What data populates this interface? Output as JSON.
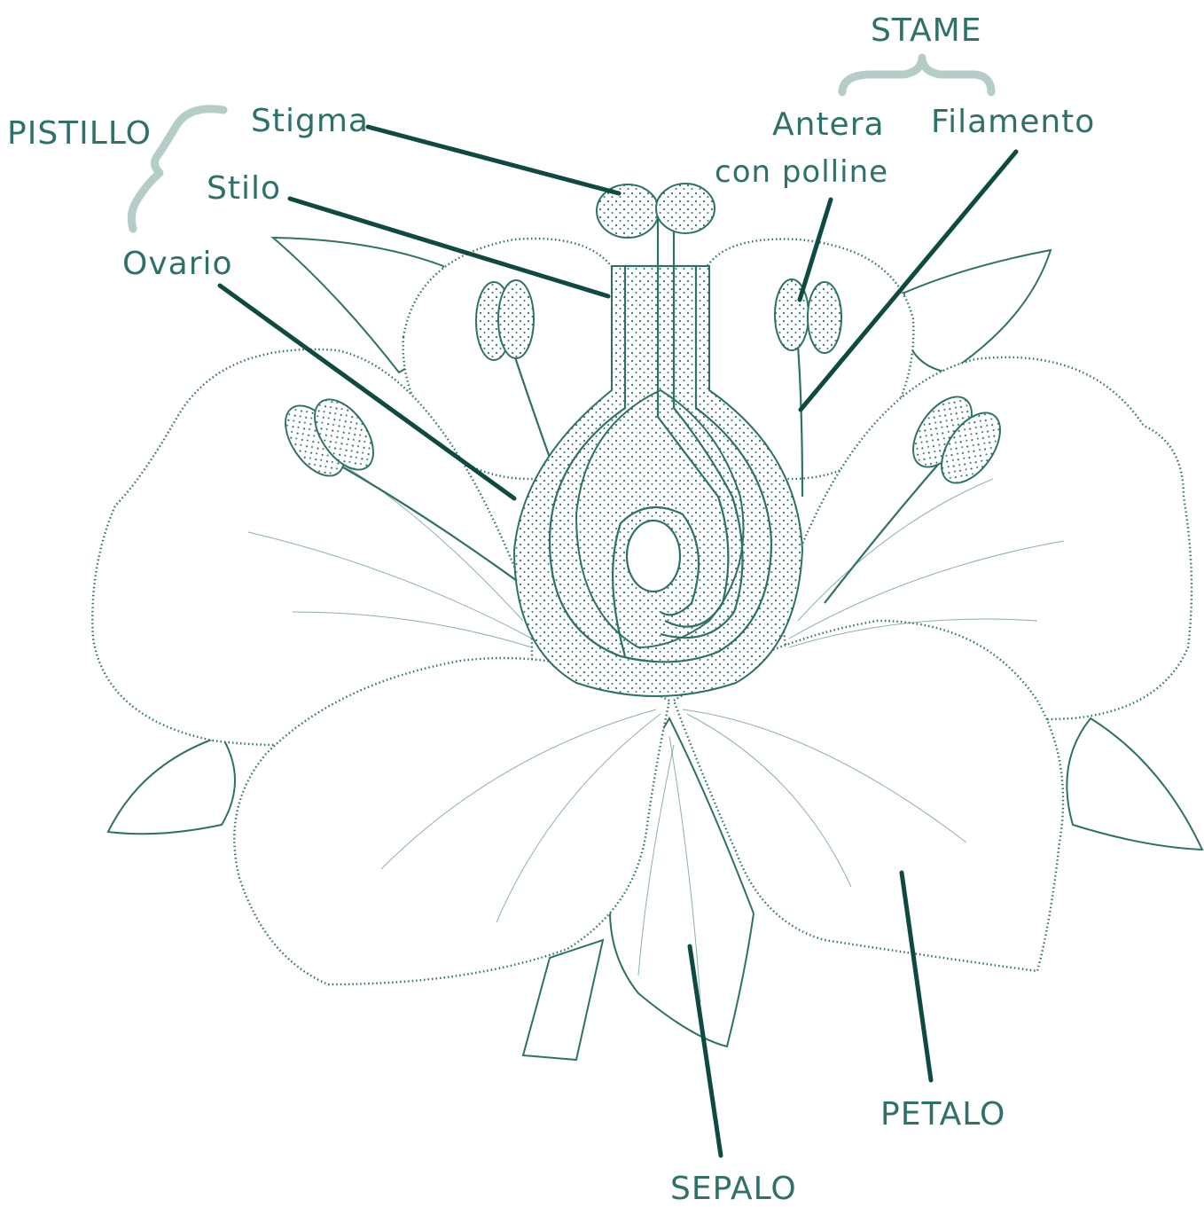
{
  "labels": {
    "pistillo": "PISTILLO",
    "stigma": "Stigma",
    "stilo": "Stilo",
    "ovario": "Ovario",
    "stame": "STAME",
    "antera": "Antera",
    "con_polline": "con polline",
    "filamento": "Filamento",
    "petalo": "PETALO",
    "sepalo": "SEPALO"
  },
  "colors": {
    "label_text": "#2f7168",
    "leader_line": "#0f4a40",
    "brace": "#b5cdc8",
    "drawing": "#2f7168"
  }
}
